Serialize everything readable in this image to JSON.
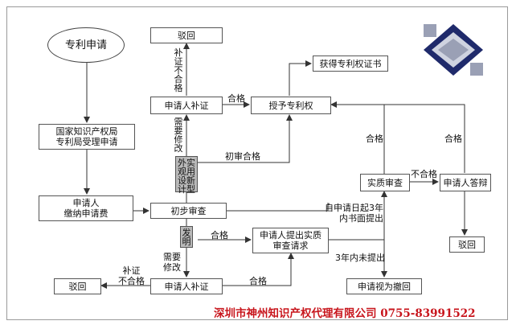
{
  "flow": {
    "start": "专利申请",
    "accept": "国家知识产权局\n专利局受理申请",
    "fee": "申请人\n缴纳申请费",
    "prelim": "初步审查",
    "reject_top": "驳回",
    "supplement_top": "申请人补证",
    "grant": "授予专利权",
    "certificate": "获得专利权证书",
    "substantive_request": "申请人提出实质\n审查请求",
    "substantive": "实质审查",
    "reply": "申请人答辩",
    "reject_right": "驳回",
    "withdrawn": "申请视为撤回",
    "supplement_bottom": "申请人补证",
    "reject_bottom": "驳回",
    "utility_design": [
      "外观设计",
      "实用新型"
    ],
    "invention": "发明"
  },
  "labels": {
    "not_qualified_top": "补证不合格",
    "pass_top": "合格",
    "need_modify": "需要修改",
    "prelim_pass": "初审合格",
    "pass_right1": "合格",
    "pass_right2": "合格",
    "not_pass_mid": "不合格",
    "from_date": "自申请日起3年\n内书面提出",
    "not_filed": "3年内未提出",
    "pass_mid": "合格",
    "need_modify2": "需要修改",
    "supp_fail": "补证\n不合格",
    "pass_bottom": "合格"
  },
  "footer": "深圳市神州知识产权代理有限公司  0755-83991522",
  "colors": {
    "footer": "#c8161d",
    "logo_dark": "#1f2a6b",
    "logo_mid": "#9aa0b5",
    "logo_light": "#cfd3e0"
  }
}
